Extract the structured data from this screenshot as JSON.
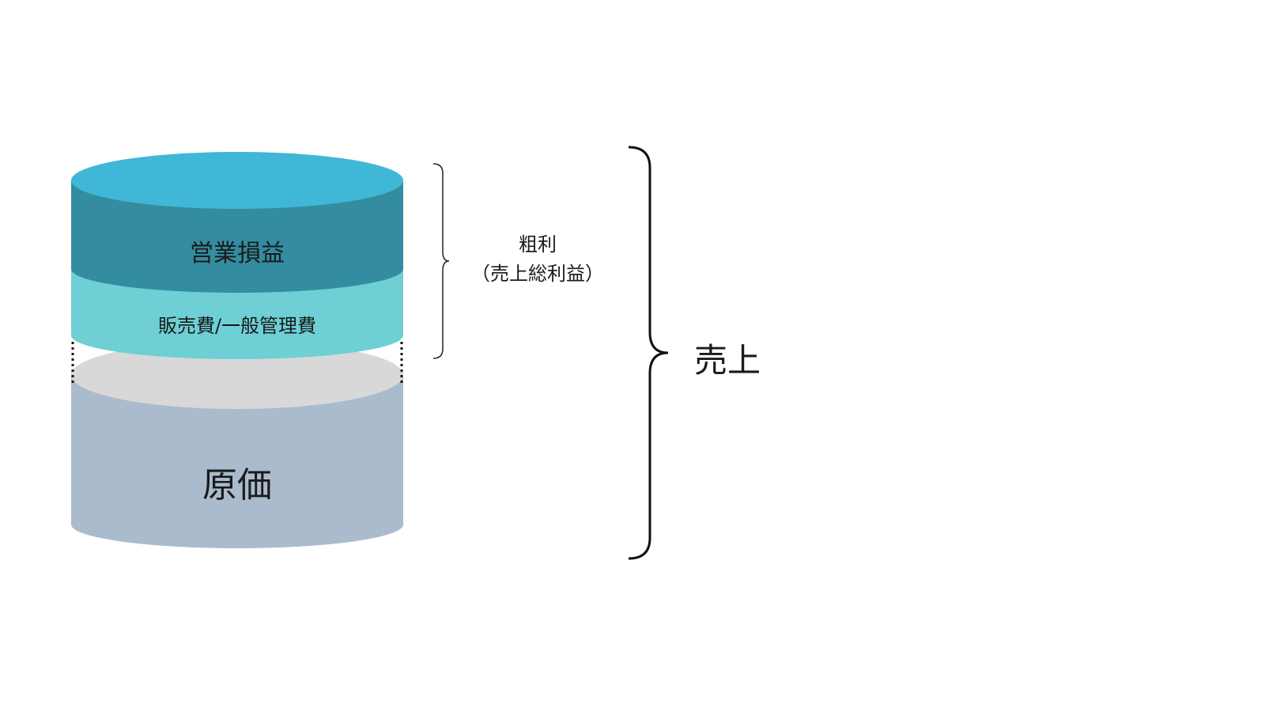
{
  "diagram": {
    "layers": {
      "operating_profit": {
        "label": "営業損益",
        "color": "#348ca0",
        "top_color": "#40b7d6"
      },
      "sga": {
        "label": "販売費/一般管理費",
        "color": "#6ecfd5"
      },
      "cogs": {
        "label": "原価",
        "color": "#aabbce",
        "top_color": "#d8d8d8"
      }
    },
    "brackets": {
      "gross_profit": {
        "label_line1": "粗利",
        "label_line2": "（売上総利益）"
      },
      "sales": {
        "label": "売上"
      }
    }
  }
}
